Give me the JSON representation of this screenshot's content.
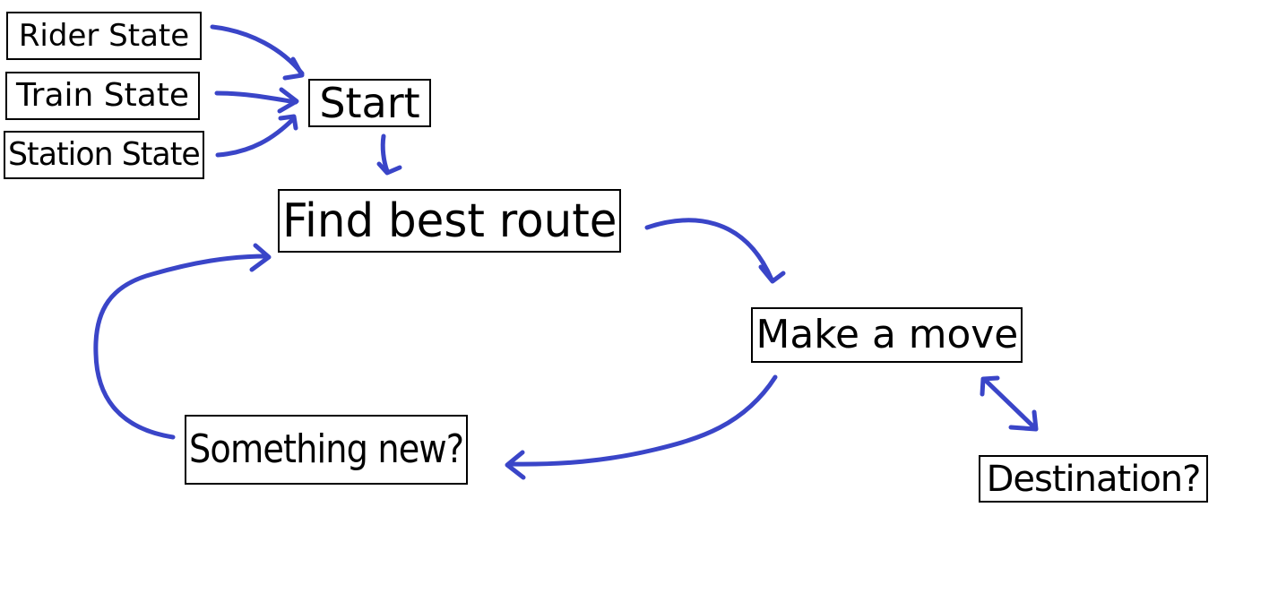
{
  "colors": {
    "arrow": "#3a45c8",
    "box_border": "#000000",
    "text": "#000000",
    "background": "#ffffff"
  },
  "nodes": {
    "rider_state": "Rider State",
    "train_state": "Train State",
    "station_state": "Station State",
    "start": "Start",
    "find_best_route": "Find best route",
    "make_a_move": "Make a move",
    "something_new": "Something new?",
    "destination": "Destination?"
  },
  "edges": [
    {
      "from": "rider_state",
      "to": "start"
    },
    {
      "from": "train_state",
      "to": "start"
    },
    {
      "from": "station_state",
      "to": "start"
    },
    {
      "from": "start",
      "to": "find_best_route"
    },
    {
      "from": "find_best_route",
      "to": "make_a_move"
    },
    {
      "from": "make_a_move",
      "to": "something_new"
    },
    {
      "from": "something_new",
      "to": "find_best_route"
    },
    {
      "from": "make_a_move",
      "to": "destination",
      "bidirectional": true
    }
  ]
}
